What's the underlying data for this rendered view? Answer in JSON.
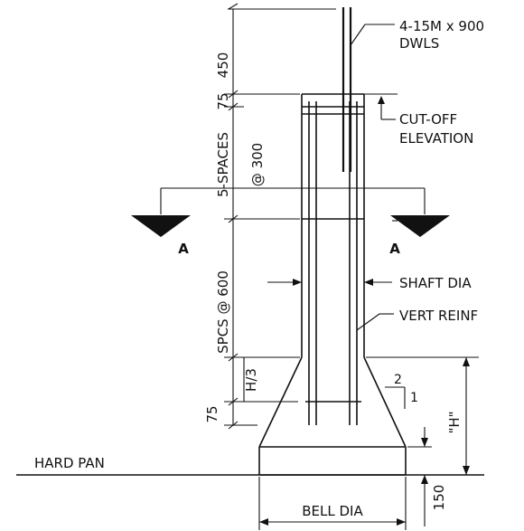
{
  "labels": {
    "dowels": "4-15M x 900",
    "dowels2": "DWLS",
    "cutoff": "CUT-OFF",
    "cutoff2": "ELEVATION",
    "shaft_dia": "SHAFT DIA",
    "vert_reinf": "VERT REINF",
    "hard_pan": "HARD PAN",
    "bell_dia": "BELL DIA",
    "section_left": "A",
    "section_right": "A",
    "slope_rise": "2",
    "slope_run": "1"
  },
  "dimensions": {
    "top_ext": "450",
    "d75_top": "75",
    "spaces_300_a": "5-SPACES",
    "spaces_300_b": "@ 300",
    "spcs_600": "SPCS @ 600",
    "h_third": "H/3",
    "d75_bot": "75",
    "h": "\"H\"",
    "d150": "150"
  }
}
